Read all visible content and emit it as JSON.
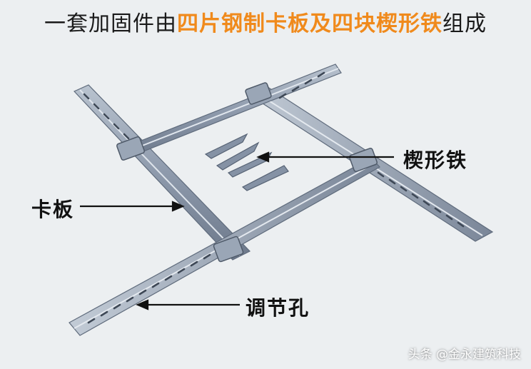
{
  "title": {
    "prefix": "一套加固件由",
    "highlight": "四片钢制卡板及四块楔形铁",
    "suffix": "组成"
  },
  "labels": {
    "wedge": "楔形铁",
    "clamp": "卡板",
    "holes": "调节孔"
  },
  "watermark": "头条 @金永建筑科技",
  "colors": {
    "background": "#eceff1",
    "highlight": "#f08a1c",
    "steel": "#8c98aa",
    "text": "#111111"
  }
}
